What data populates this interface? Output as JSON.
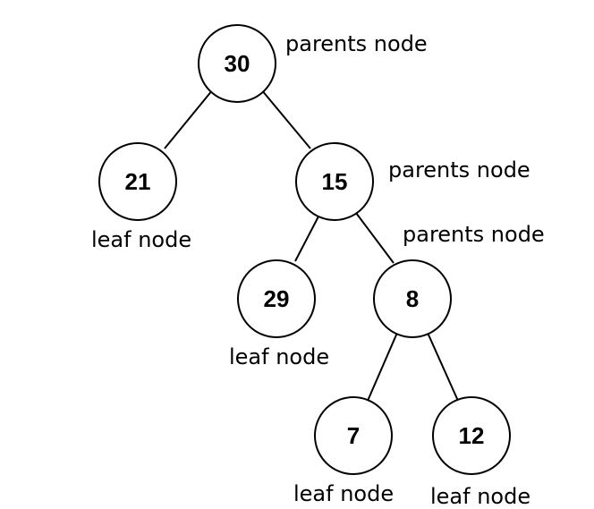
{
  "tree": {
    "nodes": [
      {
        "id": "n30",
        "value": "30",
        "label": "parents node"
      },
      {
        "id": "n21",
        "value": "21",
        "label": "leaf node"
      },
      {
        "id": "n15",
        "value": "15",
        "label": "parents node"
      },
      {
        "id": "n29",
        "value": "29",
        "label": "leaf node"
      },
      {
        "id": "n8",
        "value": "8",
        "label": "parents node"
      },
      {
        "id": "n7",
        "value": "7",
        "label": "leaf node"
      },
      {
        "id": "n12",
        "value": "12",
        "label": "leaf node"
      }
    ],
    "edges": [
      {
        "from": "n30",
        "to": "n21"
      },
      {
        "from": "n30",
        "to": "n15"
      },
      {
        "from": "n15",
        "to": "n29"
      },
      {
        "from": "n15",
        "to": "n8"
      },
      {
        "from": "n8",
        "to": "n7"
      },
      {
        "from": "n8",
        "to": "n12"
      }
    ]
  }
}
